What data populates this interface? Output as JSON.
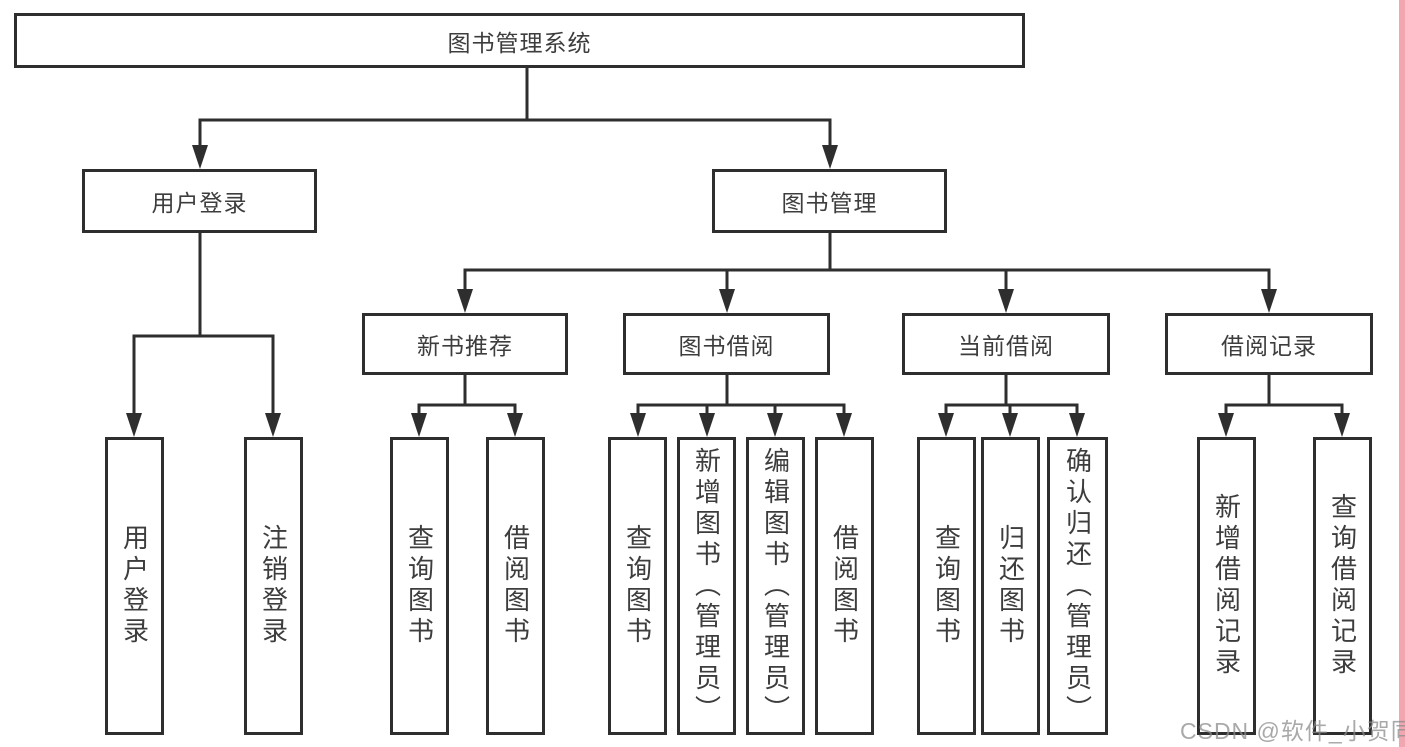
{
  "tree": {
    "label": "图书管理系统",
    "children": [
      {
        "label": "用户登录",
        "children": [
          {
            "label": "用户登录"
          },
          {
            "label": "注销登录"
          }
        ]
      },
      {
        "label": "图书管理",
        "children": [
          {
            "label": "新书推荐",
            "children": [
              {
                "label": "查询图书"
              },
              {
                "label": "借阅图书"
              }
            ]
          },
          {
            "label": "图书借阅",
            "children": [
              {
                "label": "查询图书"
              },
              {
                "label": "新增图书（管理员）"
              },
              {
                "label": "编辑图书（管理员）"
              },
              {
                "label": "借阅图书"
              }
            ]
          },
          {
            "label": "当前借阅",
            "children": [
              {
                "label": "查询图书"
              },
              {
                "label": "归还图书"
              },
              {
                "label": "确认归还（管理员）"
              }
            ]
          },
          {
            "label": "借阅记录",
            "children": [
              {
                "label": "新增借阅记录"
              },
              {
                "label": "查询借阅记录"
              }
            ]
          }
        ]
      }
    ]
  },
  "watermark": {
    "text": "CSDN @软件_小贺同学"
  },
  "colors": {
    "line": "#2e2e2e",
    "box_border": "#2e2e2e",
    "box_background": "#ffffff",
    "text": "#3d3d3d",
    "watermark_text": "#8c8c8c",
    "right_edge_strip": "#f2a6b0",
    "page_background": "#ffffff"
  }
}
